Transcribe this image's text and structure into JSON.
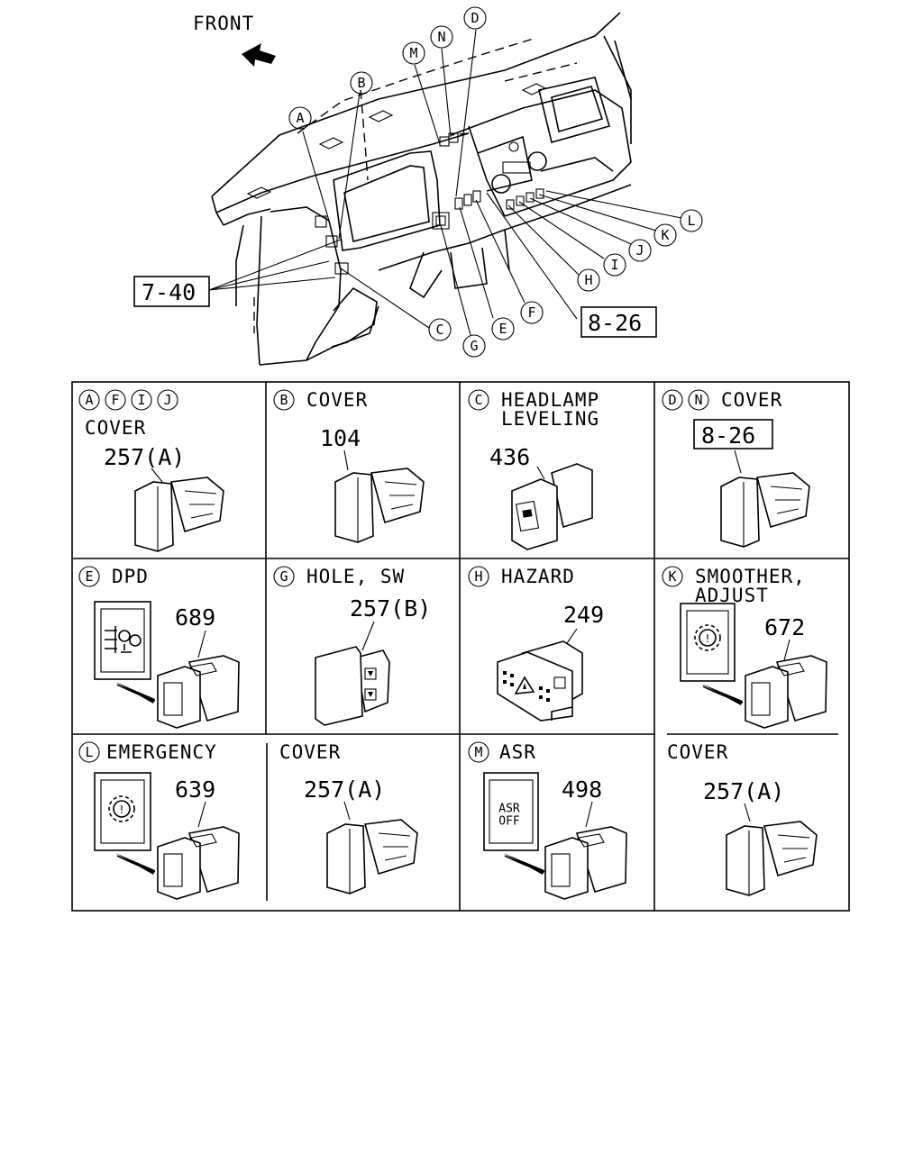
{
  "overview": {
    "front_label": "FRONT",
    "ref_left": "7-40",
    "ref_right": "8-26",
    "callouts": [
      "A",
      "B",
      "C",
      "D",
      "E",
      "F",
      "G",
      "H",
      "I",
      "J",
      "K",
      "L",
      "M",
      "N"
    ]
  },
  "grid": {
    "cells": [
      {
        "letters": [
          "A",
          "F",
          "I",
          "J"
        ],
        "title": "COVER",
        "part": "257(A)"
      },
      {
        "letters": [
          "B"
        ],
        "title": "COVER",
        "part": "104"
      },
      {
        "letters": [
          "C"
        ],
        "title": "HEADLAMP",
        "title2": "LEVELING",
        "part": "436"
      },
      {
        "letters": [
          "D",
          "N"
        ],
        "title": "COVER",
        "part": "8-26"
      },
      {
        "letters": [
          "E"
        ],
        "title": "DPD",
        "part": "689"
      },
      {
        "letters": [
          "G"
        ],
        "title": "HOLE, SW",
        "part": "257(B)"
      },
      {
        "letters": [
          "H"
        ],
        "title": "HAZARD",
        "part": "249"
      },
      {
        "letters": [
          "K"
        ],
        "title": "SMOOTHER,",
        "title2": "ADJUST",
        "part": "672"
      },
      {
        "letters": [
          "L"
        ],
        "title": "EMERGENCY",
        "part": "639"
      },
      {
        "letters": [],
        "title": "COVER",
        "part": "257(A)"
      },
      {
        "letters": [
          "M"
        ],
        "title": "ASR",
        "part": "498",
        "icon_text": "ASR",
        "icon_text2": "OFF"
      },
      {
        "letters": [],
        "title": "COVER",
        "part": "257(A)"
      }
    ]
  }
}
